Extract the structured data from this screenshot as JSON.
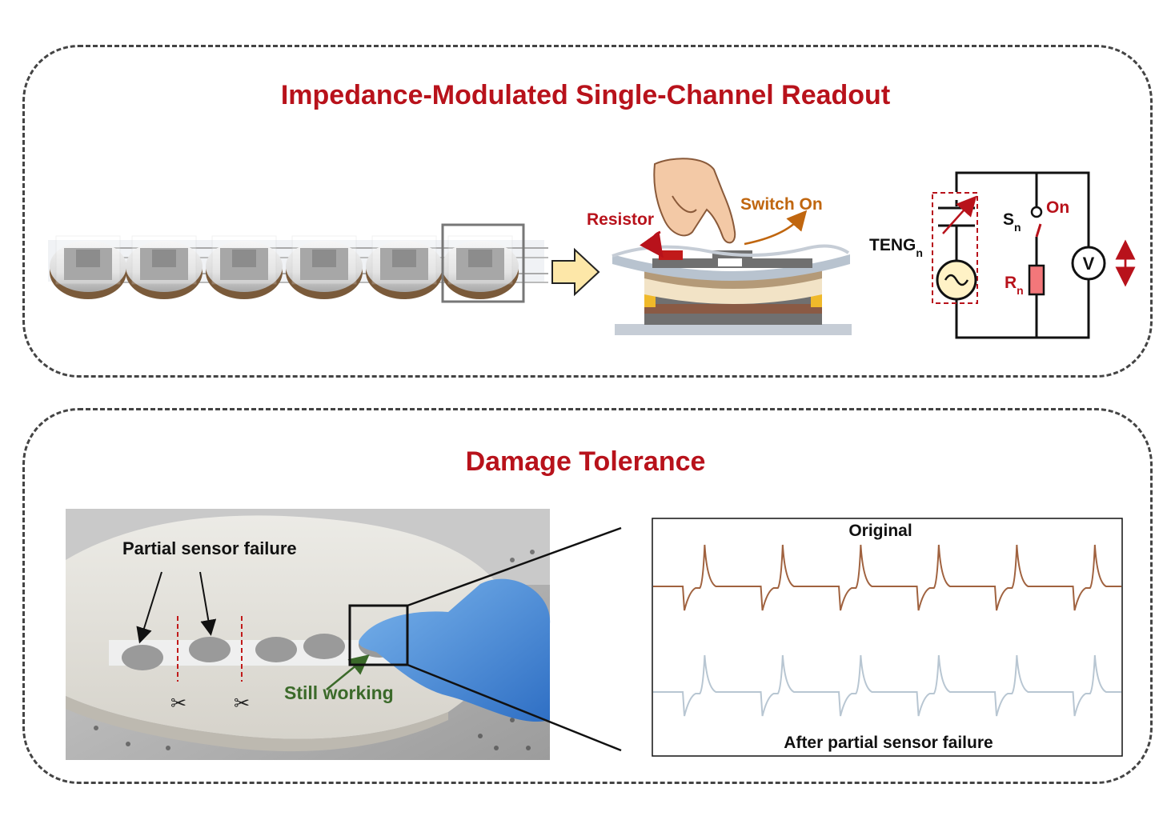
{
  "panels": {
    "top_title": "Impedance-Modulated Single-Channel Readout",
    "bottom_title": "Damage Tolerance"
  },
  "mechanism": {
    "resistor_label": "Resistor",
    "switch_label": "Switch On"
  },
  "circuit": {
    "teng_label": "TENG",
    "teng_sub": "n",
    "switch_label": "S",
    "switch_sub": "n",
    "on_label": "On",
    "resistor_label": "R",
    "resistor_sub": "n",
    "voltmeter_label": "V"
  },
  "photo": {
    "failure_label": "Partial sensor failure",
    "working_label": "Still working"
  },
  "signals": {
    "original_label": "Original",
    "after_label": "After partial sensor failure",
    "original_color": "#a0623f",
    "after_color": "#b8c6d2",
    "peak_count": 6
  },
  "colors": {
    "title": "#b8121b",
    "annotation_red": "#b8121b",
    "annotation_orange": "#c0660f",
    "annotation_green": "#3b6a2a"
  }
}
